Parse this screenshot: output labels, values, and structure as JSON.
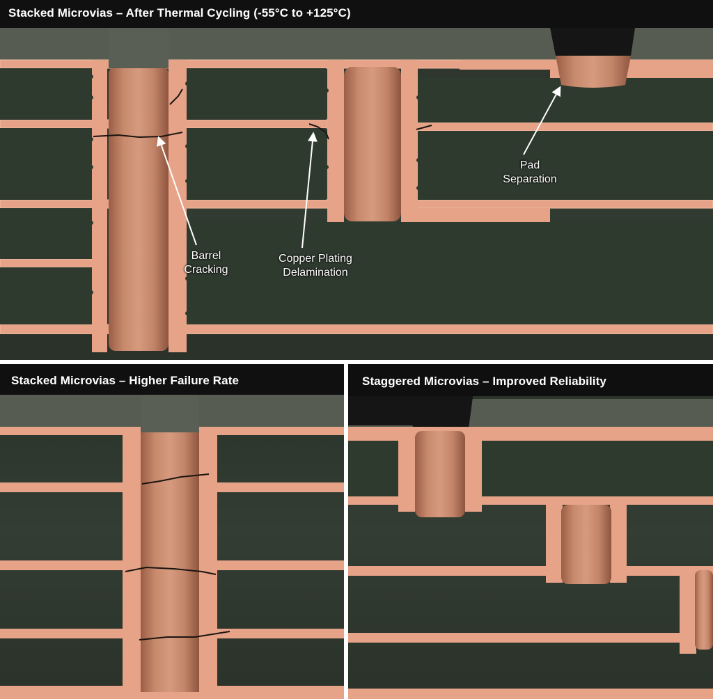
{
  "panels": {
    "top": {
      "title": "Stacked Microvias – After Thermal Cycling (-55°C to +125°C)",
      "callouts": {
        "barrel": {
          "line1": "Barrel",
          "line2": "Cracking"
        },
        "delam": {
          "line1": "Copper Plating",
          "line2": "Delamination"
        },
        "pad": {
          "line1": "Pad",
          "line2": "Separation"
        }
      }
    },
    "bottom_left": {
      "title": "Stacked Microvias – Higher Failure Rate"
    },
    "bottom_right": {
      "title": "Staggered Microvias – Improved Reliability"
    }
  },
  "colors": {
    "copper_plating": "#e8a38a",
    "via_fill": "#c98a6c",
    "laminate": "#2f3a2f",
    "surface_mask": "#555b50",
    "title_bar": "#101010",
    "crack": "#1a1410"
  }
}
